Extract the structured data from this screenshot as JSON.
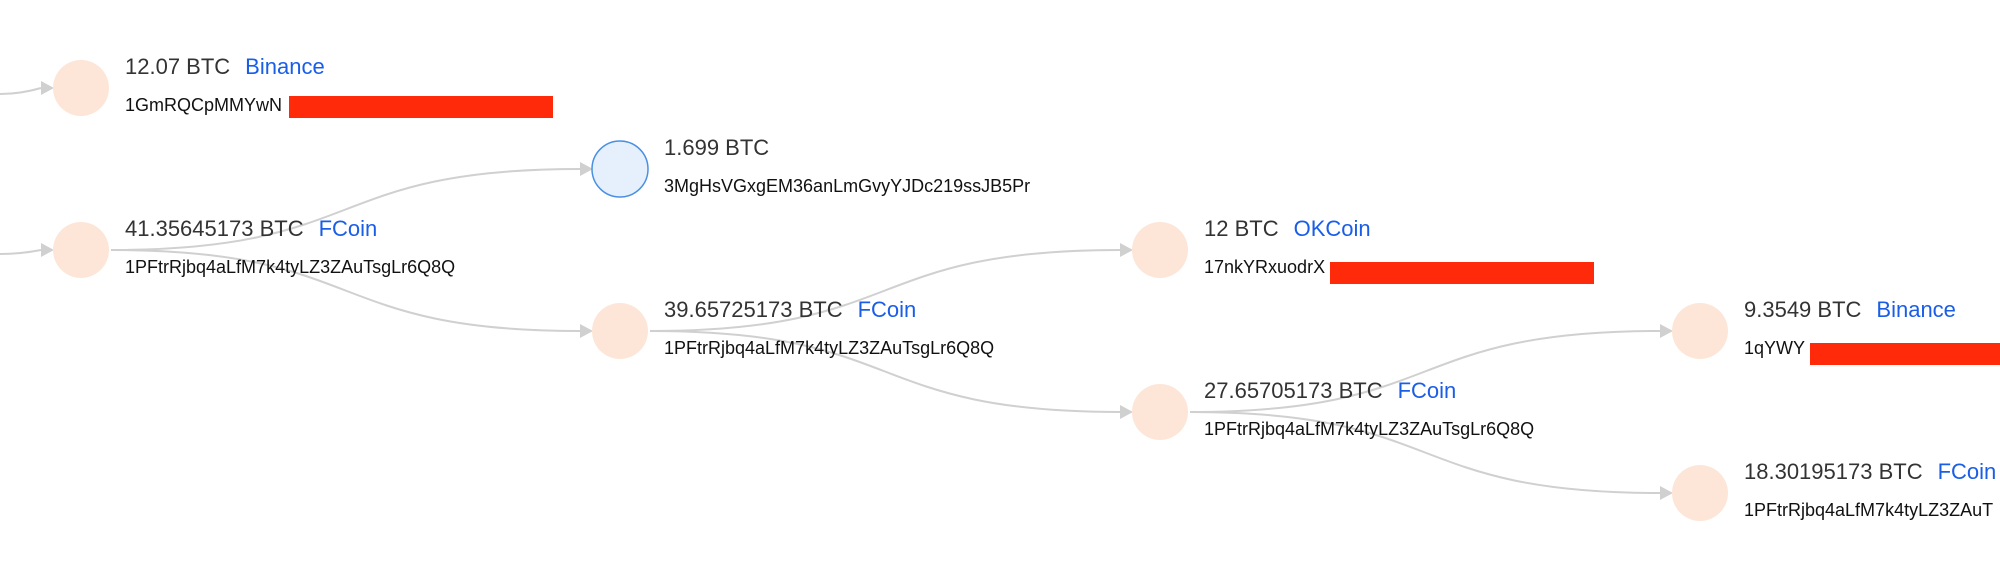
{
  "colors": {
    "node_fill": "#fde6d8",
    "selected_node_fill": "#e6f0fc",
    "selected_node_stroke": "#4a90e2",
    "edge": "#d0d0d0",
    "exchange_text": "#1a5ee8",
    "redaction": "#ff2a0a"
  },
  "nodes": [
    {
      "id": "n1",
      "amount": "12.07 BTC",
      "exchange": "Binance",
      "address": "1GmRQCpMMYwN",
      "redacted": true,
      "selected": false
    },
    {
      "id": "n2",
      "amount": "1.699 BTC",
      "exchange": "",
      "address": "3MgHsVGxgEM36anLmGvyYJDc219ssJB5Pr",
      "redacted": false,
      "selected": true
    },
    {
      "id": "n3",
      "amount": "41.35645173 BTC",
      "exchange": "FCoin",
      "address": "1PFtrRjbq4aLfM7k4tyLZ3ZAuTsgLr6Q8Q",
      "redacted": false,
      "selected": false
    },
    {
      "id": "n4",
      "amount": "12 BTC",
      "exchange": "OKCoin",
      "address": "17nkYRxuodrX",
      "redacted": true,
      "selected": false
    },
    {
      "id": "n5",
      "amount": "39.65725173 BTC",
      "exchange": "FCoin",
      "address": "1PFtrRjbq4aLfM7k4tyLZ3ZAuTsgLr6Q8Q",
      "redacted": false,
      "selected": false
    },
    {
      "id": "n6",
      "amount": "9.3549 BTC",
      "exchange": "Binance",
      "address": "1qYWY",
      "redacted": true,
      "selected": false
    },
    {
      "id": "n7",
      "amount": "27.65705173 BTC",
      "exchange": "FCoin",
      "address": "1PFtrRjbq4aLfM7k4tyLZ3ZAuTsgLr6Q8Q",
      "redacted": false,
      "selected": false
    },
    {
      "id": "n8",
      "amount": "18.30195173 BTC",
      "exchange": "FCoin",
      "address": "1PFtrRjbq4aLfM7k4tyLZ3ZAuT",
      "redacted": false,
      "selected": false
    }
  ],
  "edges": [
    {
      "from": "left-edge-1",
      "to": "n1"
    },
    {
      "from": "left-edge-3",
      "to": "n3"
    },
    {
      "from": "n3",
      "to": "n2"
    },
    {
      "from": "n3",
      "to": "n5"
    },
    {
      "from": "n5",
      "to": "n4"
    },
    {
      "from": "n5",
      "to": "n7"
    },
    {
      "from": "n7",
      "to": "n6"
    },
    {
      "from": "n7",
      "to": "n8"
    }
  ]
}
